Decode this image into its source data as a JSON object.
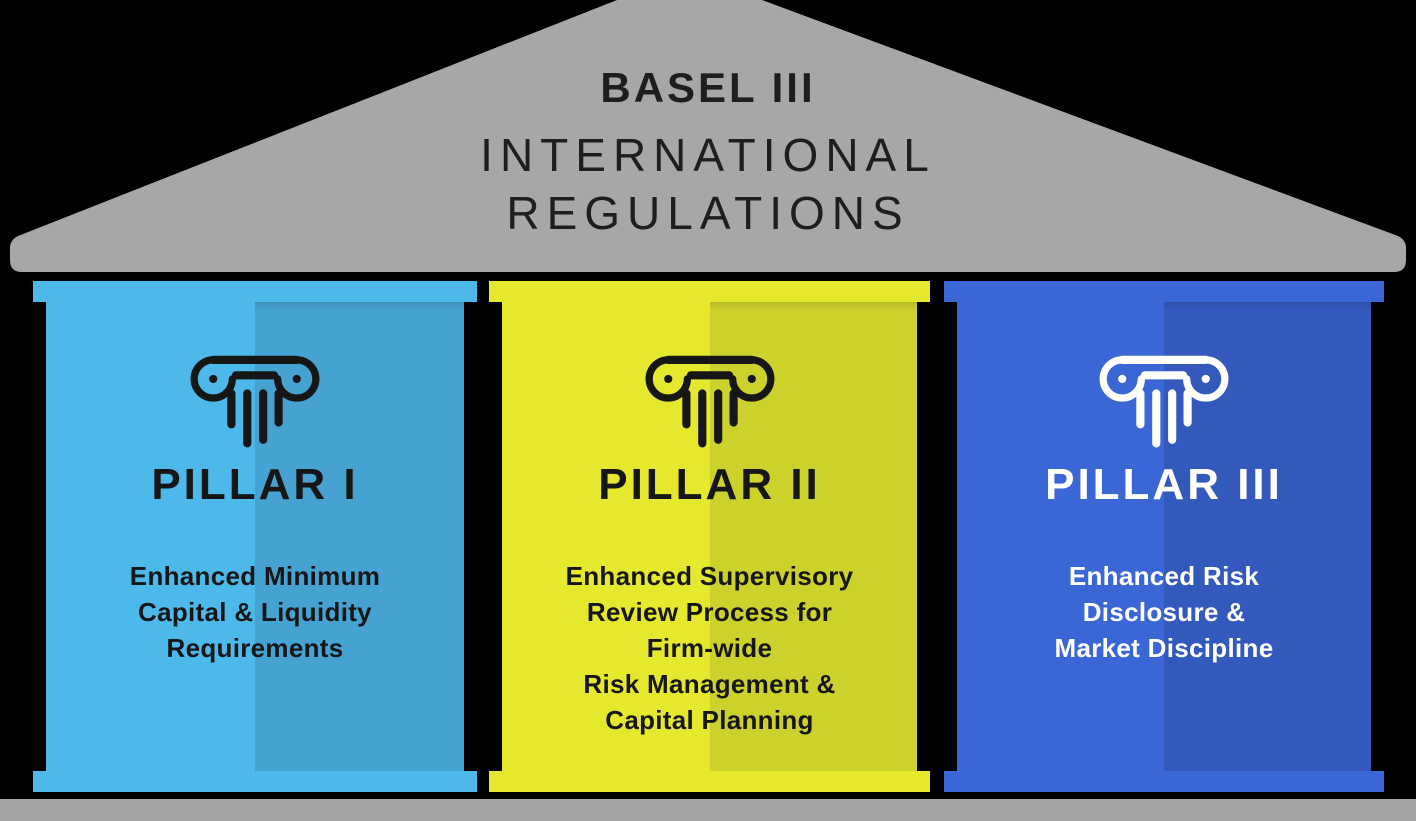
{
  "diagram": {
    "background_color": "#000000",
    "roof": {
      "title": "BASEL III",
      "subtitle_lines": [
        "INTERNATIONAL",
        "REGULATIONS"
      ],
      "color": "#A7A7A7",
      "text_color": "#1E1E1E"
    },
    "ground": {
      "color": "#A4A4A4"
    },
    "icons": {
      "column_icon": "greek-column-capital"
    },
    "pillars": [
      {
        "title": "PILLAR I",
        "description_lines": [
          "Enhanced Minimum",
          "Capital & Liquidity",
          "Requirements"
        ],
        "colors": {
          "fill": "#4CB9EA",
          "shade": "#45A2D1",
          "text": "#161616"
        }
      },
      {
        "title": "PILLAR II",
        "description_lines": [
          "Enhanced Supervisory",
          "Review Process for",
          "Firm-wide",
          "Risk Management &",
          "Capital Planning"
        ],
        "colors": {
          "fill": "#E5E82D",
          "shade": "#CDD12B",
          "text": "#161616"
        }
      },
      {
        "title": "PILLAR III",
        "description_lines": [
          "Enhanced Risk",
          "Disclosure &",
          "Market Discipline"
        ],
        "colors": {
          "fill": "#3A66D6",
          "shade": "#3459BD",
          "text": "#FFFFFF"
        }
      }
    ]
  }
}
